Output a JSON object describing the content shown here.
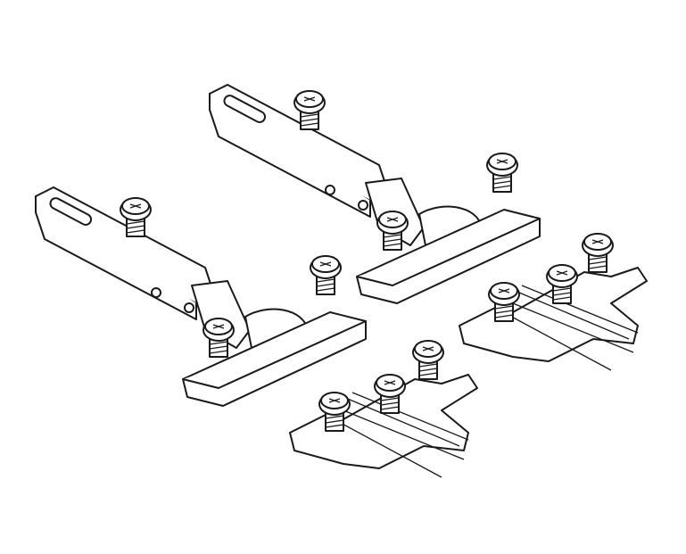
{
  "colors": {
    "stroke": "#1a1a1a",
    "background": "#ffffff"
  },
  "parts": [
    {
      "name": "hinge-back"
    },
    {
      "name": "hinge-front"
    },
    {
      "name": "mounting-plate-right"
    },
    {
      "name": "mounting-plate-front"
    }
  ]
}
